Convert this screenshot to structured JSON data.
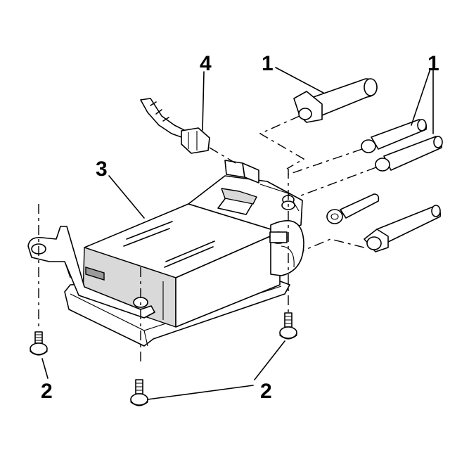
{
  "callouts": {
    "hoses": "1",
    "hoses_right": "1",
    "bolts_left": "2",
    "bolts_right": "2",
    "module": "3",
    "connector": "4"
  },
  "colors": {
    "line": "#000000",
    "fill": "#ffffff",
    "shade": "#d9d9d9"
  }
}
